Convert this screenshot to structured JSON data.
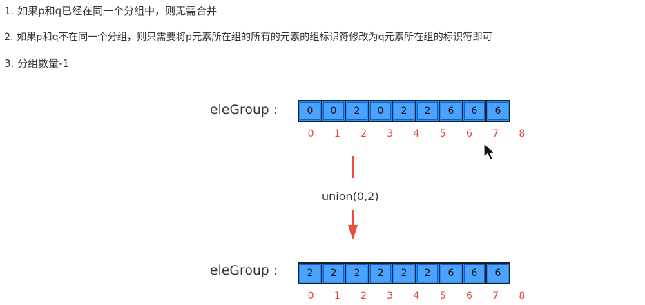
{
  "steps": [
    "1. 如果p和q已经在同一个分组中，则无需合并",
    "2. 如果p和q不在同一个分组，则只需要将p元素所在组的所有的元素的组标识符修改为q元素所在组的标识符即可",
    "3. 分组数量-1"
  ],
  "before": {
    "label": "eleGroup :",
    "values": [
      "0",
      "0",
      "2",
      "0",
      "2",
      "2",
      "6",
      "6",
      "6"
    ],
    "indices": [
      "0",
      "1",
      "2",
      "3",
      "4",
      "5",
      "6",
      "7",
      "8"
    ]
  },
  "operation": "union(0,2)",
  "after": {
    "label": "eleGroup :",
    "values": [
      "2",
      "2",
      "2",
      "2",
      "2",
      "2",
      "6",
      "6",
      "6"
    ],
    "indices": [
      "0",
      "1",
      "2",
      "3",
      "4",
      "5",
      "6",
      "7",
      "8"
    ]
  },
  "colors": {
    "cell_fill": "#4ca3ff",
    "cell_border": "#1f1f1f",
    "index_text": "#e0483a",
    "arrow": "#ef4b3c"
  },
  "icons": {
    "cursor": "mouse-pointer-icon"
  }
}
